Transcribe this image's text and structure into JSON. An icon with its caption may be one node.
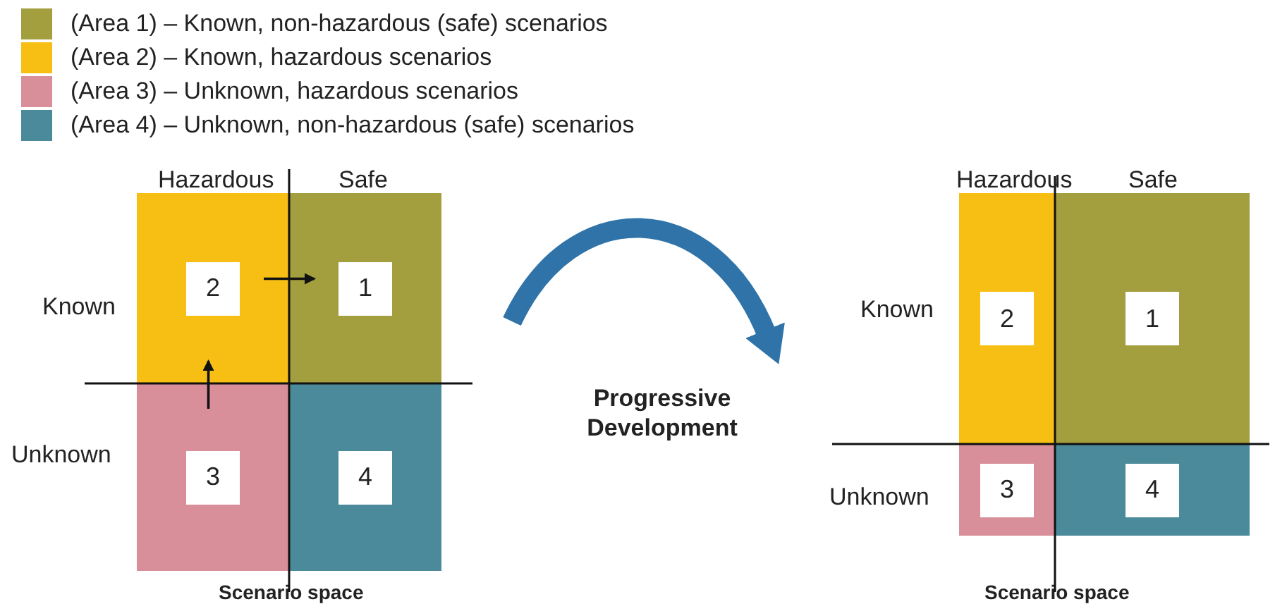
{
  "diagram": {
    "nodes": [
      {
        "text": [
          "Hazardous",
          "Safe",
          "Known",
          "Unknown"
        ],
        "beside": [
          "Scenario space"
        ]
      },
      {
        "text": [
          "2"
        ],
        "in": 0
      },
      {
        "text": [
          "1"
        ],
        "in": 0
      },
      {
        "text": [
          "3"
        ],
        "in": 0
      },
      {
        "text": [
          "4"
        ],
        "in": 0
      },
      {
        "text": [
          "Hazardous",
          "Safe",
          "Known",
          "Unknown"
        ],
        "beside": [
          "Scenario space"
        ]
      },
      {
        "text": [
          "2"
        ],
        "in": 5
      },
      {
        "text": [
          "1"
        ],
        "in": 5
      },
      {
        "text": [
          "3"
        ],
        "in": 5
      },
      {
        "text": [
          "4"
        ],
        "in": 5
      }
    ],
    "edges": [
      {
        "from": 3,
        "to": 1,
        "arrow": "to"
      },
      {
        "from": 1,
        "to": 2,
        "arrow": "to"
      },
      {
        "from": 0,
        "to": 5,
        "arrow": "to",
        "label": "Progressive Development",
        "style": "thick",
        "color": "#2f73a8"
      }
    ],
    "legend": [
      {
        "text": "(Area 1) – Known, non-hazardous (safe) scenarios",
        "color": "#a39e3e"
      },
      {
        "text": "(Area 2) – Known, hazardous scenarios",
        "color": "#f7bf13"
      },
      {
        "text": "(Area 3) – Unknown, hazardous scenarios",
        "color": "#d88f9a"
      },
      {
        "text": "(Area 4) – Unknown, non-hazardous (safe) scenarios",
        "color": "#4a8a9a"
      }
    ]
  }
}
